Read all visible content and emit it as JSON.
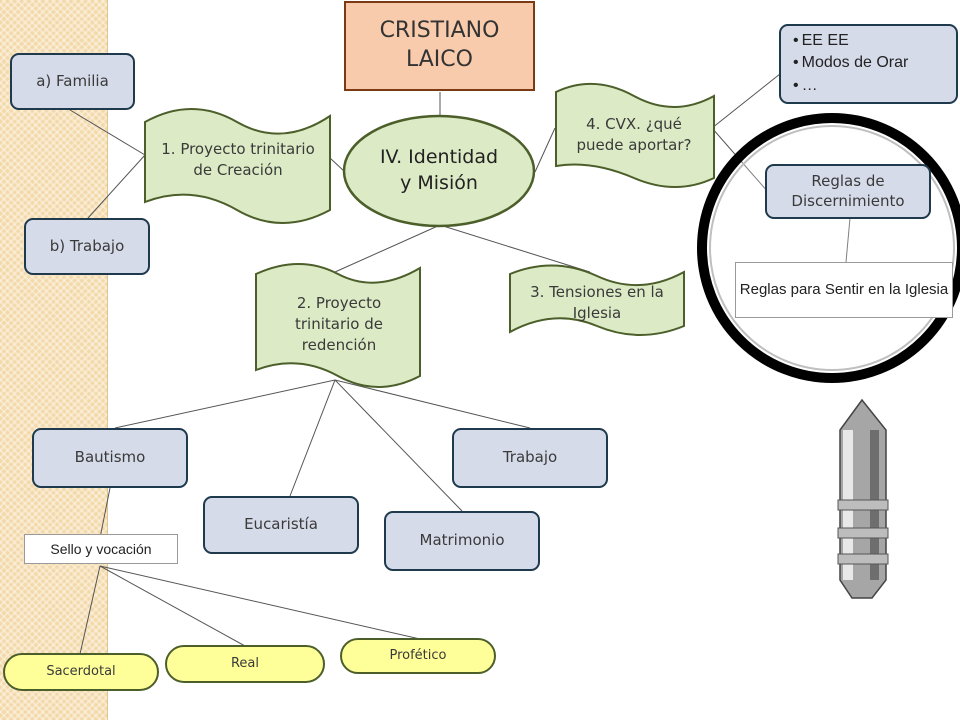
{
  "title": "CRISTIANO LAICO",
  "center": "IV. Identidad y Misión",
  "familia": "a) Familia",
  "trabajo_left": "b) Trabajo",
  "flag1": "1. Proyecto trinitario de Creación",
  "flag2": "2. Proyecto trinitario de redención",
  "flag3": "3. Tensiones en la Iglesia",
  "flag4": "4. CVX. ¿qué puede aportar?",
  "bullets": [
    "EE EE",
    "Modos de Orar",
    "…"
  ],
  "reglas_discernimiento": "Reglas de Discernimiento",
  "reglas_sentir": "Reglas para Sentir en la Iglesia",
  "bautismo": "Bautismo",
  "trabajo": "Trabajo",
  "eucaristia": "Eucaristía",
  "matrimonio": "Matrimonio",
  "sello": "Sello y vocación",
  "sacerdotal": "Sacerdotal",
  "real": "Real",
  "profetico": "Profético",
  "colors": {
    "stripe": "#f3d9a9",
    "title_fill": "#f9cbad",
    "title_border": "#7a3a14",
    "flag_fill": "#dcebc6",
    "flag_border": "#4c5f2a",
    "box_fill": "#d6dbea",
    "box_border": "#1f3a4d",
    "yellow_fill": "#ffff99"
  }
}
